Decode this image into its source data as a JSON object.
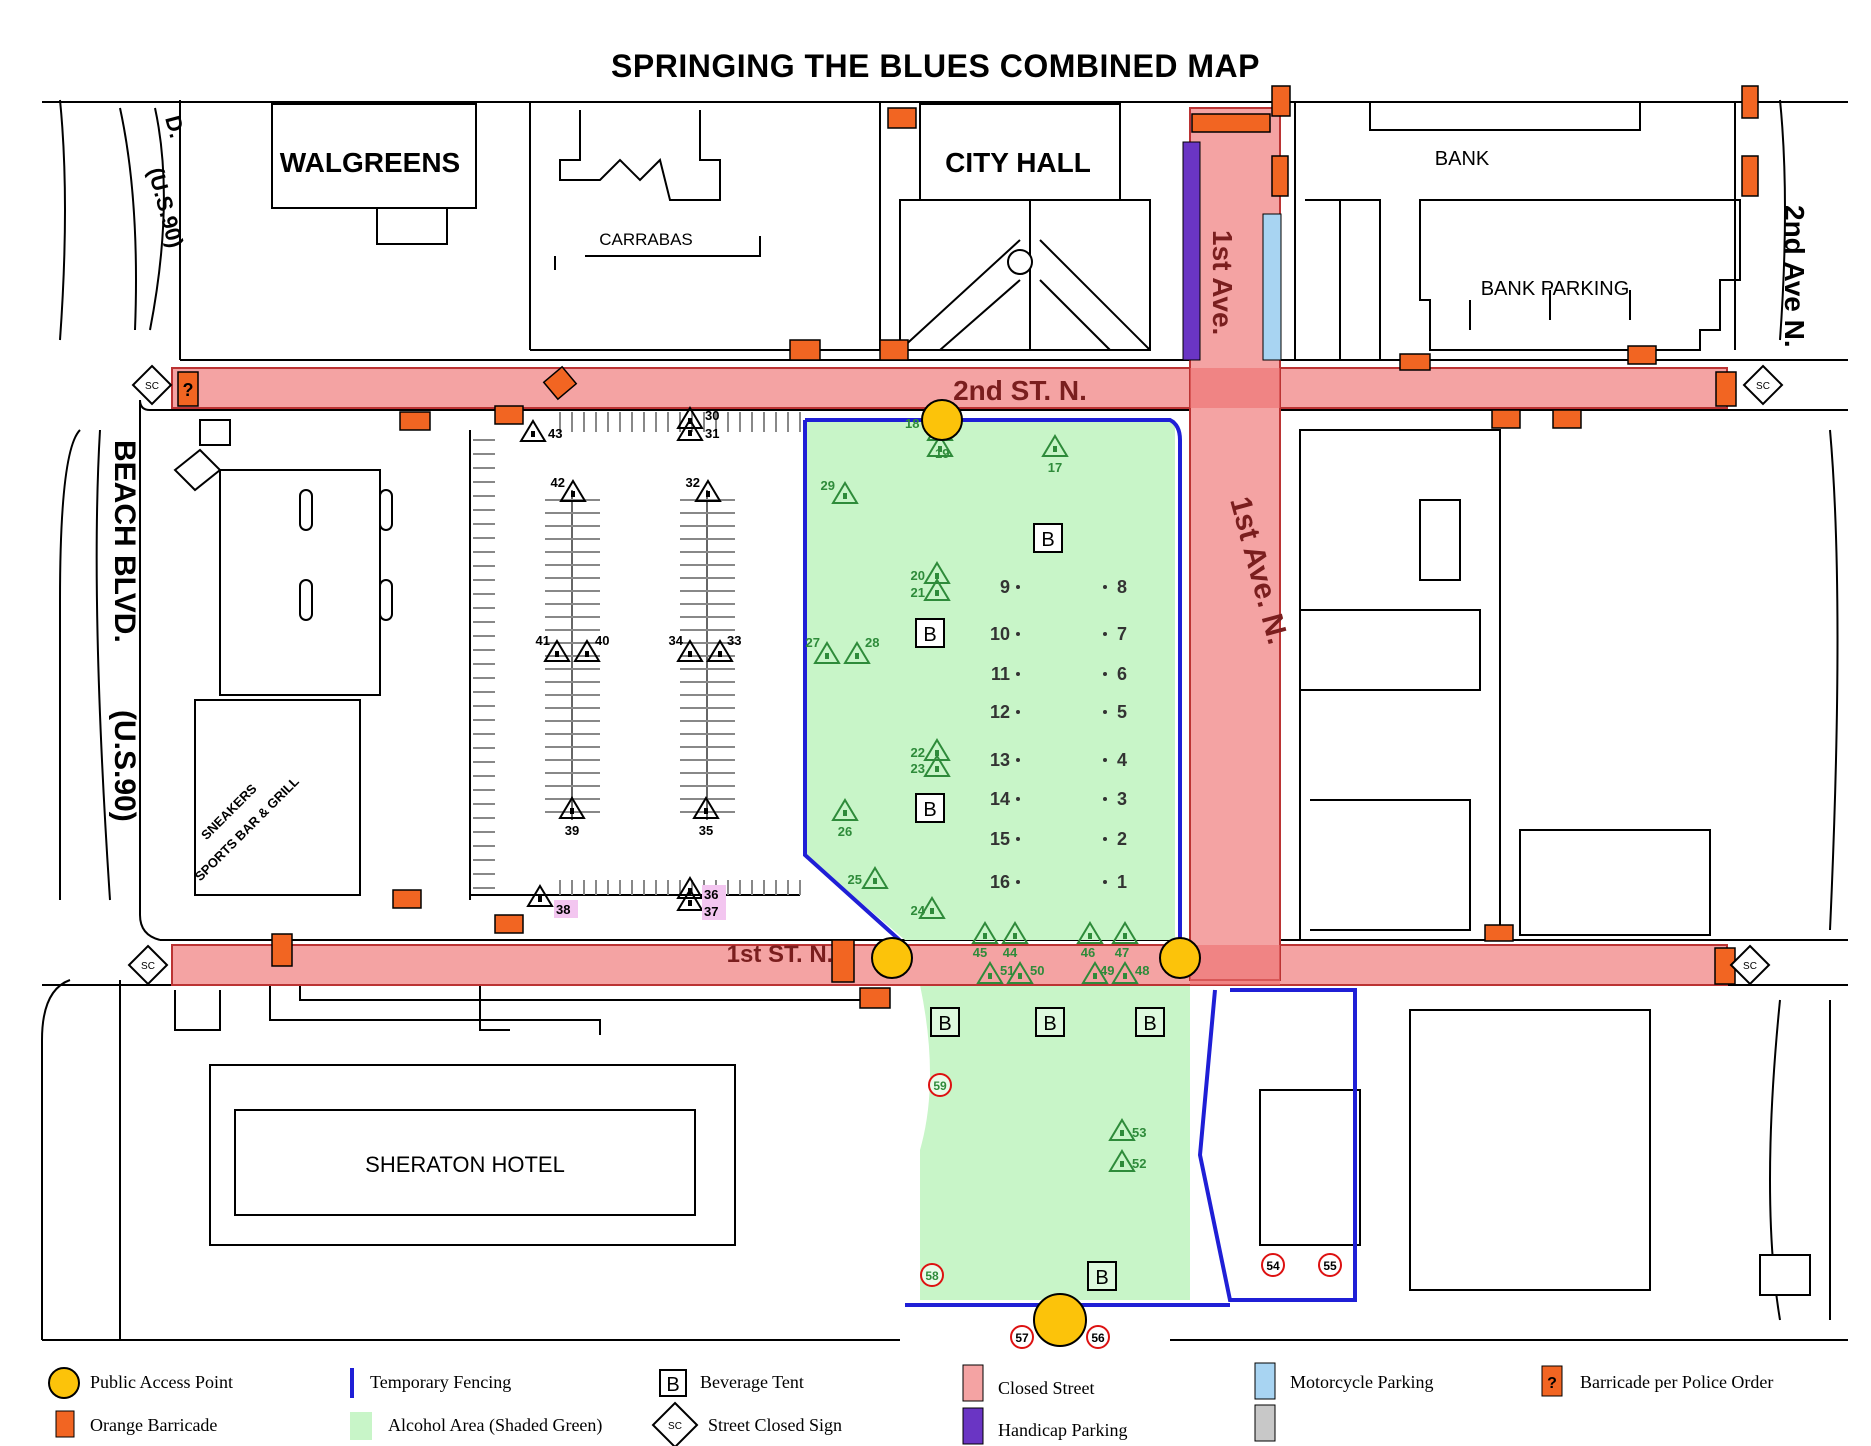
{
  "title": "SPRINGING THE BLUES COMBINED MAP",
  "colors": {
    "closed_street": "#f4a3a3",
    "alcohol_area": "#c8f5c8",
    "temporary_fencing": "#1f1fd6",
    "orange_barricade": "#f26522",
    "handicap_parking": "#6a35c4",
    "motorcycle_parking": "#a8d4f2",
    "access_point": "#fcc30a",
    "gray_item": "#c8c8c8",
    "pink_label": "#f3c6f0"
  },
  "labels": {
    "walgreens": "WALGREENS",
    "carrabas": "CARRABAS",
    "city_hall": "CITY HALL",
    "bank": "BANK",
    "bank_parking": "BANK PARKING",
    "first_ave": "1st Ave.",
    "first_ave_n": "1st Ave. N.",
    "second_ave_n": "2nd Ave N.",
    "second_st_n": "2nd ST. N.",
    "first_st_n": "1st ST. N.",
    "beach_blvd": "BEACH BLVD.",
    "us90": "(U.S.90)",
    "us90_top": "(U.S.90)",
    "us90_top_prefix": "D.",
    "sneakers_1": "SNEAKERS",
    "sneakers_2": "SPORTS BAR & GRILL",
    "sheraton": "SHERATON HOTEL",
    "sc": "SC",
    "b": "B",
    "q": "?"
  },
  "lot_markers": [
    {
      "n": "43"
    },
    {
      "n": "30"
    },
    {
      "n": "31"
    },
    {
      "n": "42"
    },
    {
      "n": "32"
    },
    {
      "n": "41"
    },
    {
      "n": "40"
    },
    {
      "n": "34"
    },
    {
      "n": "33"
    },
    {
      "n": "39"
    },
    {
      "n": "35"
    },
    {
      "n": "38"
    },
    {
      "n": "36"
    },
    {
      "n": "37"
    }
  ],
  "green_markers": [
    {
      "n": "18"
    },
    {
      "n": "19"
    },
    {
      "n": "17"
    },
    {
      "n": "29"
    },
    {
      "n": "20"
    },
    {
      "n": "21"
    },
    {
      "n": "27"
    },
    {
      "n": "28"
    },
    {
      "n": "22"
    },
    {
      "n": "23"
    },
    {
      "n": "26"
    },
    {
      "n": "25"
    },
    {
      "n": "24"
    },
    {
      "n": "45"
    },
    {
      "n": "44"
    },
    {
      "n": "46"
    },
    {
      "n": "47"
    },
    {
      "n": "51"
    },
    {
      "n": "50"
    },
    {
      "n": "49"
    },
    {
      "n": "48"
    },
    {
      "n": "53"
    },
    {
      "n": "52"
    }
  ],
  "red_circle_markers": [
    {
      "n": "59"
    },
    {
      "n": "58"
    },
    {
      "n": "54"
    },
    {
      "n": "55"
    },
    {
      "n": "57"
    },
    {
      "n": "56"
    }
  ],
  "booth_numbers": [
    {
      "n": "9"
    },
    {
      "n": "8"
    },
    {
      "n": "10"
    },
    {
      "n": "7"
    },
    {
      "n": "11"
    },
    {
      "n": "6"
    },
    {
      "n": "12"
    },
    {
      "n": "5"
    },
    {
      "n": "13"
    },
    {
      "n": "4"
    },
    {
      "n": "14"
    },
    {
      "n": "3"
    },
    {
      "n": "15"
    },
    {
      "n": "2"
    },
    {
      "n": "16"
    },
    {
      "n": "1"
    }
  ],
  "legend": [
    {
      "label": "Public Access Point",
      "symbol": "access-point"
    },
    {
      "label": "Orange Barricade",
      "symbol": "orange-barricade"
    },
    {
      "label": "Temporary Fencing",
      "symbol": "temporary-fencing"
    },
    {
      "label": "Alcohol Area (Shaded Green)",
      "symbol": "alcohol-area"
    },
    {
      "label": "Beverage Tent",
      "symbol": "beverage-tent"
    },
    {
      "label": "Street Closed Sign",
      "symbol": "street-closed-sign"
    },
    {
      "label": "Closed Street",
      "symbol": "closed-street"
    },
    {
      "label": "Handicap Parking",
      "symbol": "handicap-parking"
    },
    {
      "label": "Motorcycle Parking",
      "symbol": "motorcycle-parking"
    },
    {
      "label": "",
      "symbol": "gray-box"
    },
    {
      "label": "Barricade per Police Order",
      "symbol": "police-barricade"
    }
  ]
}
